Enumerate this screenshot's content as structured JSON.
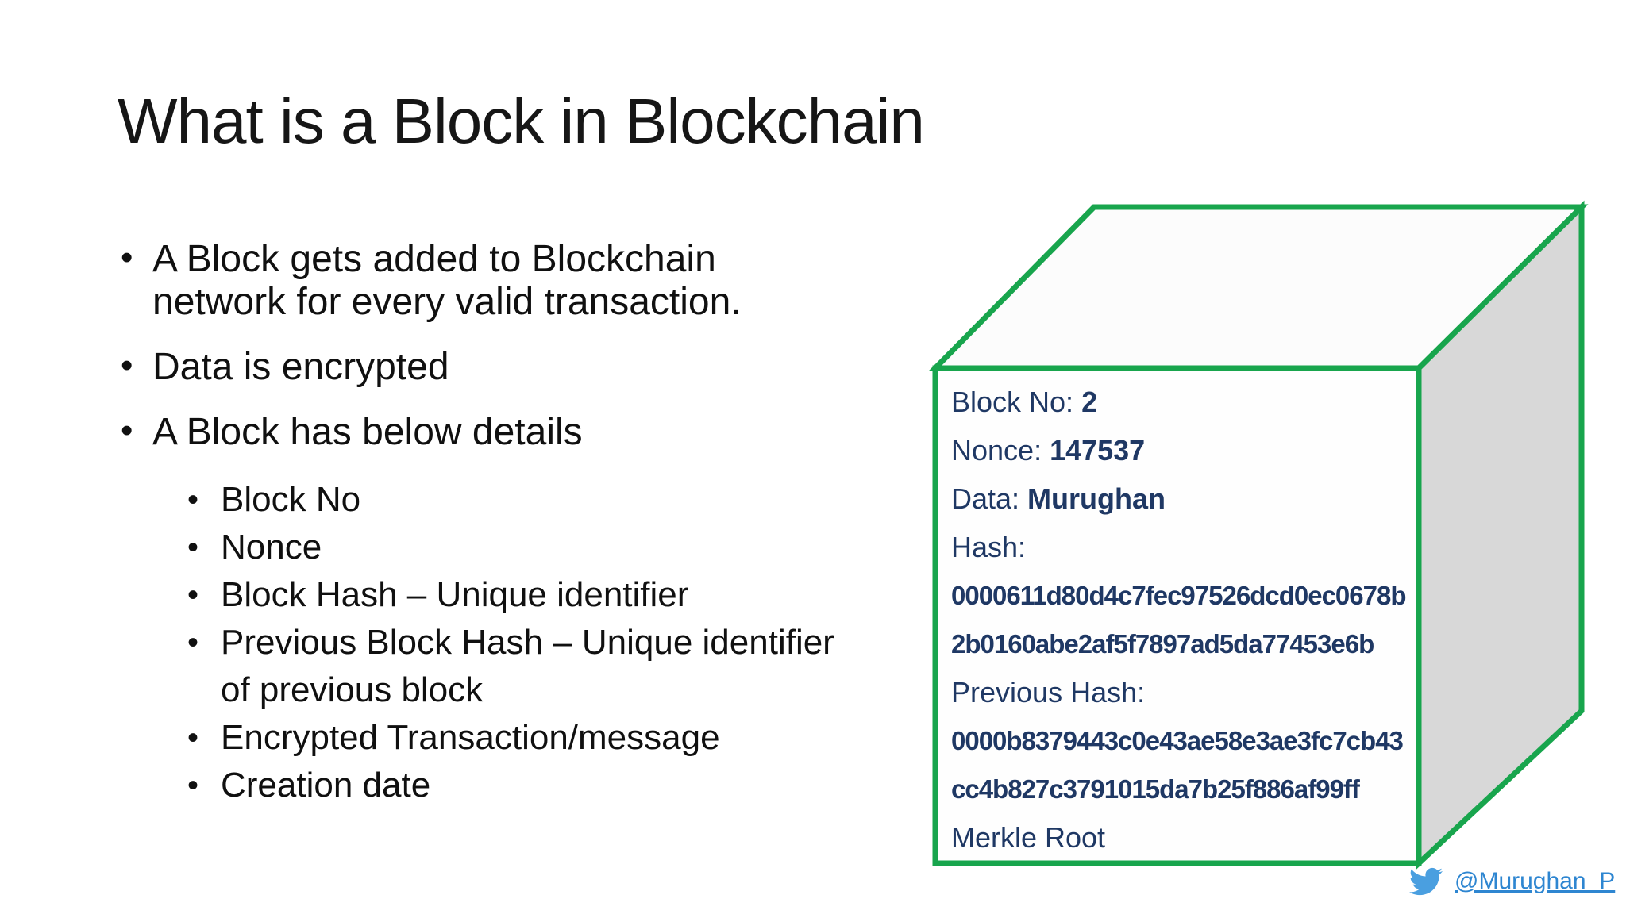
{
  "slide": {
    "title": "What is a Block in Blockchain",
    "bullets": [
      {
        "level": 1,
        "lines": [
          "A Block gets added to Blockchain",
          "network for every valid transaction."
        ]
      },
      {
        "level": 1,
        "lines": [
          "Data is encrypted"
        ]
      },
      {
        "level": 1,
        "lines": [
          "A Block has below details"
        ]
      },
      {
        "level": 2,
        "lines": [
          "Block No"
        ]
      },
      {
        "level": 2,
        "lines": [
          "Nonce"
        ]
      },
      {
        "level": 2,
        "lines": [
          "Block Hash – Unique identifier"
        ]
      },
      {
        "level": 2,
        "lines": [
          "Previous Block Hash – Unique identifier",
          "of previous block"
        ]
      },
      {
        "level": 2,
        "lines": [
          "Encrypted Transaction/message"
        ]
      },
      {
        "level": 2,
        "lines": [
          "Creation date"
        ]
      }
    ]
  },
  "block": {
    "lines": [
      {
        "label": "Block No: ",
        "value": "2"
      },
      {
        "label": "Nonce: ",
        "value": "147537"
      },
      {
        "label": "Data: ",
        "value": "Murughan"
      },
      {
        "label": "Hash:",
        "value": ""
      },
      {
        "label": "",
        "value": "0000611d80d4c7fec97526dcd0ec0678b"
      },
      {
        "label": "",
        "value": "2b0160abe2af5f7897ad5da77453e6b"
      },
      {
        "label": "Previous Hash:",
        "value": ""
      },
      {
        "label": "",
        "value": "0000b8379443c0e43ae58e3ae3fc7cb43"
      },
      {
        "label": "",
        "value": "cc4b827c3791015da7b25f886af99ff"
      },
      {
        "label": "Merkle Root",
        "value": ""
      }
    ],
    "colors": {
      "edge_green": "#18a54d",
      "text_navy": "#1f3864",
      "side_gray": "#d8d8d8",
      "face_white": "#fefefe"
    }
  },
  "footer": {
    "twitter_handle": "@Murughan_P",
    "twitter_blue": "#4a9fe0",
    "link_blue": "#2e86d1"
  }
}
